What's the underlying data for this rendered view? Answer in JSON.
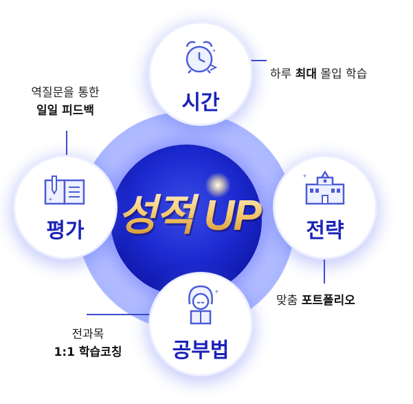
{
  "center": {
    "title": "성적 UP"
  },
  "nodes": {
    "time": {
      "label": "시간"
    },
    "strategy": {
      "label": "전략"
    },
    "study": {
      "label": "공부법"
    },
    "evaluation": {
      "label": "평가"
    }
  },
  "callouts": {
    "time": {
      "pre": "하루 ",
      "bold": "최대",
      "post": " 몰입 학습"
    },
    "evaluation": {
      "line1": "역질문을 통한",
      "line2": "일일 피드백"
    },
    "strategy": {
      "pre": "맞춤 ",
      "bold": "포트폴리오"
    },
    "study": {
      "line1": "전과목",
      "line2": "1:1 학습코칭"
    }
  },
  "colors": {
    "accent": "#1a22b8",
    "core": "#1c2ad0",
    "halo": "#b9c3ff"
  }
}
